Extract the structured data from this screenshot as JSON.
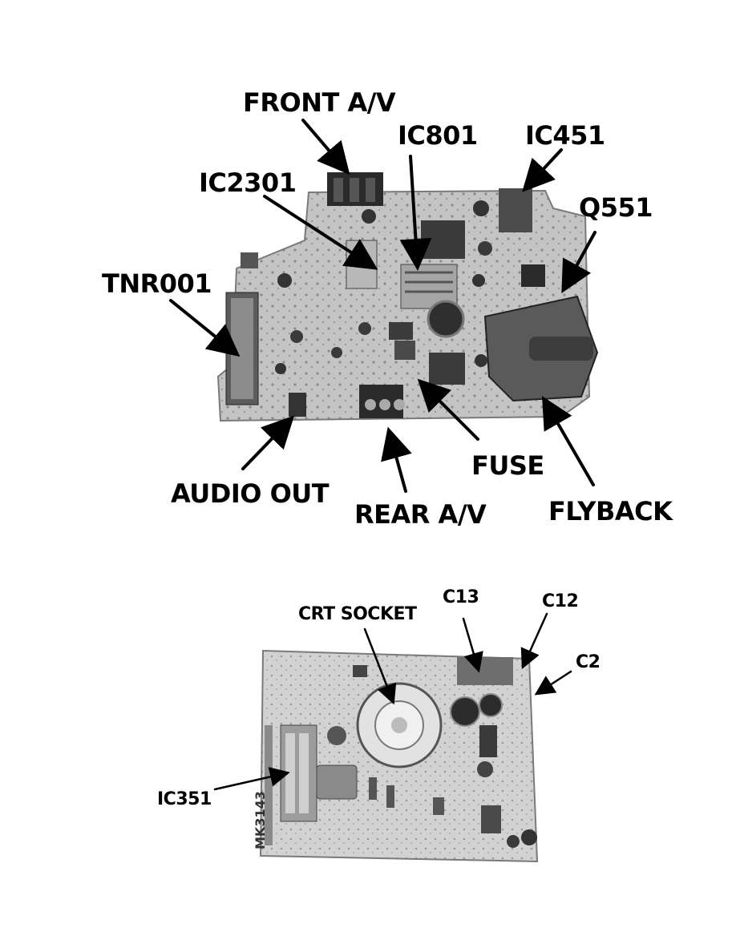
{
  "top_figure": {
    "labels": {
      "front_av": "FRONT A/V",
      "ic801": "IC801",
      "ic451": "IC451",
      "ic2301": "IC2301",
      "q551": "Q551",
      "tnr001": "TNR001",
      "fuse": "FUSE",
      "audio_out": "AUDIO OUT",
      "rear_av": "REAR A/V",
      "flyback": "FLYBACK"
    }
  },
  "bottom_figure": {
    "labels": {
      "crt_socket": "CRT SOCKET",
      "c13": "C13",
      "c12": "C12",
      "c2": "C2",
      "ic351": "IC351",
      "board_marking": "MK3143"
    }
  },
  "colors": {
    "pcb": "#c9c9c9",
    "pcb_dark": "#6e6e6e",
    "component": "#3a3a3a",
    "background": "#ffffff"
  }
}
